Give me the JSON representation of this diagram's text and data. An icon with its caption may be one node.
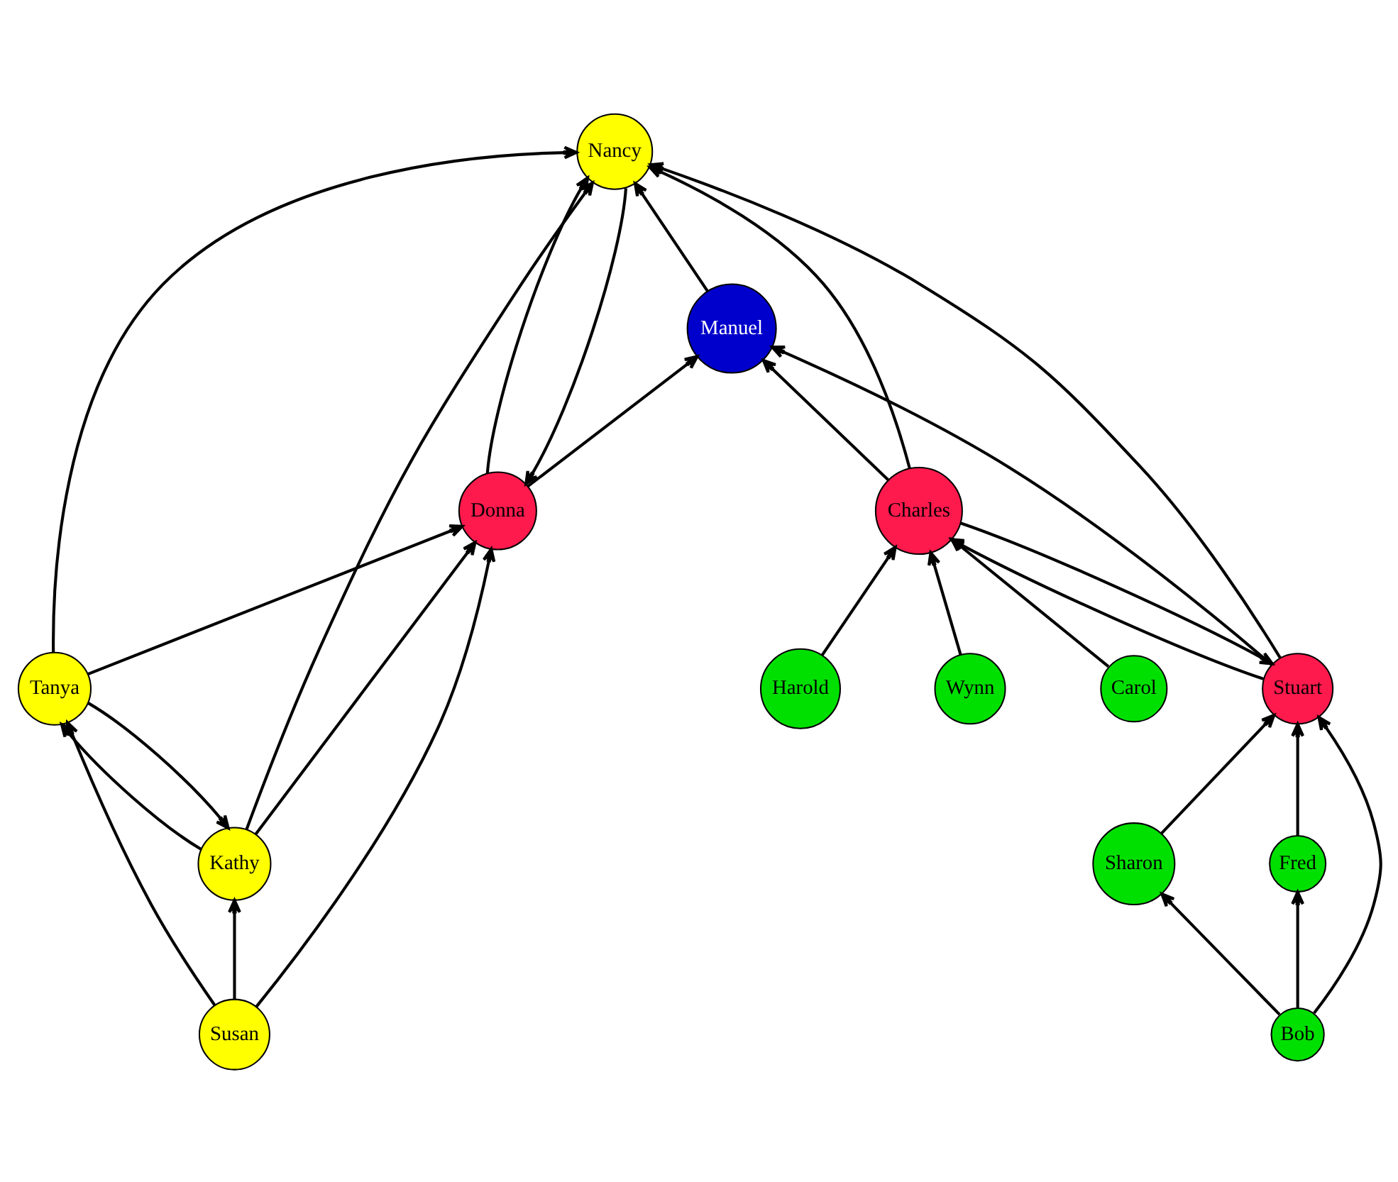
{
  "diagram": {
    "nodes": [
      {
        "text": [
          "Nancy"
        ]
      },
      {
        "text": [
          "Manuel"
        ]
      },
      {
        "text": [
          "Donna"
        ]
      },
      {
        "text": [
          "Stuart"
        ]
      },
      {
        "text": [
          "Charles"
        ]
      },
      {
        "text": [
          "Kathy"
        ]
      },
      {
        "text": [
          "Tanya"
        ]
      },
      {
        "text": [
          "Sharon"
        ]
      },
      {
        "text": [
          "Fred"
        ]
      },
      {
        "text": [
          "Susan"
        ]
      },
      {
        "text": [
          "Wynn"
        ]
      },
      {
        "text": [
          "Carol"
        ]
      },
      {
        "text": [
          "Harold"
        ]
      },
      {
        "text": [
          "Bob"
        ]
      }
    ],
    "edges": [
      {
        "from": 1,
        "to": 0,
        "arrow": "to"
      },
      {
        "from": 3,
        "to": 0,
        "arrow": "to"
      },
      {
        "from": 4,
        "to": 0,
        "arrow": "to"
      },
      {
        "from": 5,
        "to": 0,
        "arrow": "to"
      },
      {
        "from": 2,
        "to": 0,
        "arrow": "to"
      },
      {
        "from": 0,
        "to": 2,
        "arrow": "to"
      },
      {
        "from": 6,
        "to": 0,
        "arrow": "to"
      },
      {
        "from": 2,
        "to": 1,
        "arrow": "to"
      },
      {
        "from": 3,
        "to": 1,
        "arrow": "to"
      },
      {
        "from": 4,
        "to": 1,
        "arrow": "to"
      },
      {
        "from": 3,
        "to": 4,
        "arrow": "to"
      },
      {
        "from": 4,
        "to": 3,
        "arrow": "to"
      },
      {
        "from": 5,
        "to": 2,
        "arrow": "to"
      },
      {
        "from": 6,
        "to": 2,
        "arrow": "to"
      },
      {
        "from": 9,
        "to": 2,
        "arrow": "to"
      },
      {
        "from": 5,
        "to": 6,
        "arrow": "to"
      },
      {
        "from": 6,
        "to": 5,
        "arrow": "to"
      },
      {
        "from": 9,
        "to": 5,
        "arrow": "to"
      },
      {
        "from": 9,
        "to": 6,
        "arrow": "to"
      },
      {
        "from": 7,
        "to": 3,
        "arrow": "to"
      },
      {
        "from": 8,
        "to": 3,
        "arrow": "to"
      },
      {
        "from": 13,
        "to": 3,
        "arrow": "to"
      },
      {
        "from": 13,
        "to": 7,
        "arrow": "to"
      },
      {
        "from": 13,
        "to": 8,
        "arrow": "to"
      },
      {
        "from": 10,
        "to": 4,
        "arrow": "to"
      },
      {
        "from": 11,
        "to": 4,
        "arrow": "to"
      },
      {
        "from": 12,
        "to": 4,
        "arrow": "to"
      }
    ]
  }
}
